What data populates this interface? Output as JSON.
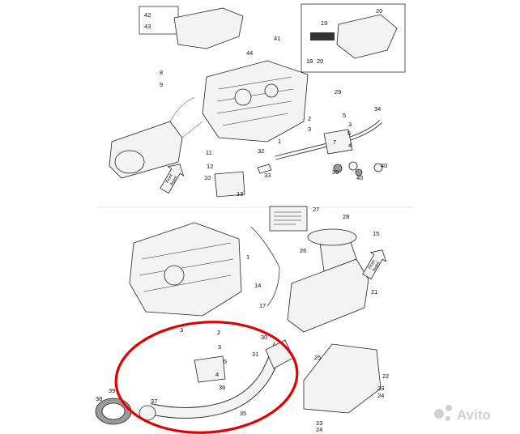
{
  "top_callouts": [
    {
      "label": "42"
    },
    {
      "label": "43"
    },
    {
      "label": "41"
    },
    {
      "label": "44"
    },
    {
      "label": "20"
    },
    {
      "label": "19"
    },
    {
      "label": "18"
    },
    {
      "label": "20"
    },
    {
      "label": "8"
    },
    {
      "label": "9"
    },
    {
      "label": "29"
    },
    {
      "label": "34"
    },
    {
      "label": "2"
    },
    {
      "label": "5"
    },
    {
      "label": "3"
    },
    {
      "label": "3"
    },
    {
      "label": "7"
    },
    {
      "label": "5"
    },
    {
      "label": "4"
    },
    {
      "label": "1"
    },
    {
      "label": "32"
    },
    {
      "label": "11"
    },
    {
      "label": "12"
    },
    {
      "label": "10"
    },
    {
      "label": "13"
    },
    {
      "label": "33"
    },
    {
      "label": "39"
    },
    {
      "label": "40"
    },
    {
      "label": "40"
    }
  ],
  "bottom_callouts": [
    {
      "label": "27"
    },
    {
      "label": "28"
    },
    {
      "label": "15"
    },
    {
      "label": "26"
    },
    {
      "label": "1"
    },
    {
      "label": "21"
    },
    {
      "label": "14"
    },
    {
      "label": "17"
    },
    {
      "label": "2"
    },
    {
      "label": "3"
    },
    {
      "label": "3"
    },
    {
      "label": "5"
    },
    {
      "label": "4"
    },
    {
      "label": "30"
    },
    {
      "label": "31"
    },
    {
      "label": "25"
    },
    {
      "label": "22"
    },
    {
      "label": "23"
    },
    {
      "label": "24"
    },
    {
      "label": "38"
    },
    {
      "label": "39"
    },
    {
      "label": "37"
    },
    {
      "label": "36"
    },
    {
      "label": "35"
    },
    {
      "label": "23"
    },
    {
      "label": "24"
    }
  ],
  "front_labels": {
    "line1": "Front",
    "line2": "Avant"
  },
  "watermark": {
    "brand": "Avito"
  },
  "highlight_color": "#e00000"
}
